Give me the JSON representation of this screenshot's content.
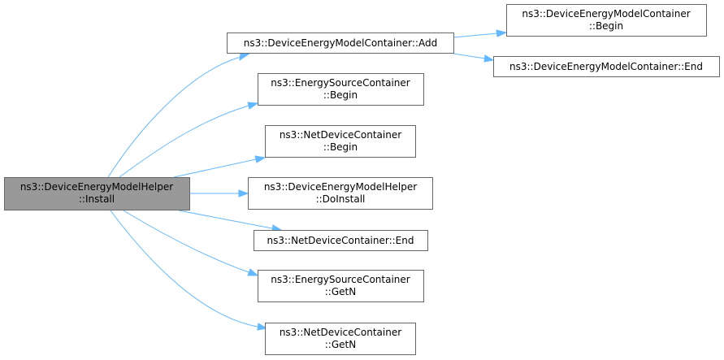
{
  "colors": {
    "edge": "#63b8ff",
    "root_fill": "#999999",
    "node_fill": "#ffffff",
    "node_border": "#666666"
  },
  "nodes": [
    {
      "id": "install",
      "lines": [
        "ns3::DeviceEnergyModelHelper",
        "::Install"
      ]
    },
    {
      "id": "dem_add",
      "lines": [
        "ns3::DeviceEnergyModelContainer::Add"
      ]
    },
    {
      "id": "dem_begin",
      "lines": [
        "ns3::DeviceEnergyModelContainer",
        "::Begin"
      ]
    },
    {
      "id": "dem_end",
      "lines": [
        "ns3::DeviceEnergyModelContainer::End"
      ]
    },
    {
      "id": "esc_begin",
      "lines": [
        "ns3::EnergySourceContainer",
        "::Begin"
      ]
    },
    {
      "id": "ndc_begin",
      "lines": [
        "ns3::NetDeviceContainer",
        "::Begin"
      ]
    },
    {
      "id": "demh_doinstall",
      "lines": [
        "ns3::DeviceEnergyModelHelper",
        "::DoInstall"
      ]
    },
    {
      "id": "ndc_end",
      "lines": [
        "ns3::NetDeviceContainer::End"
      ]
    },
    {
      "id": "esc_getn",
      "lines": [
        "ns3::EnergySourceContainer",
        "::GetN"
      ]
    },
    {
      "id": "ndc_getn",
      "lines": [
        "ns3::NetDeviceContainer",
        "::GetN"
      ]
    }
  ]
}
